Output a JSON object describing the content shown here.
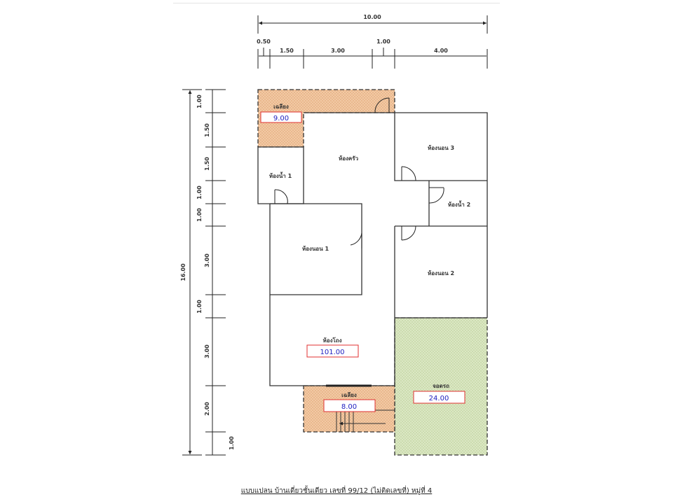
{
  "dimensions": {
    "overall_width": "10.00",
    "width_segments": [
      "0.50",
      "1.50",
      "3.00",
      "1.00",
      "4.00"
    ],
    "overall_depth": "16.00",
    "depth_segments": [
      "1.00",
      "1.50",
      "1.50",
      "1.00",
      "1.00",
      "3.00",
      "1.00",
      "3.00",
      "2.00",
      "1.00"
    ]
  },
  "rooms": {
    "rear_porch": {
      "label": "เฉลียง",
      "area": "9.00"
    },
    "kitchen": {
      "label": "ห้องครัว"
    },
    "bathroom_1": {
      "label": "ห้องน้ำ 1"
    },
    "bedroom_3": {
      "label": "ห้องนอน 3"
    },
    "bathroom_2": {
      "label": "ห้องน้ำ 2"
    },
    "bedroom_1": {
      "label": "ห้องนอน 1"
    },
    "bedroom_2": {
      "label": "ห้องนอน 2"
    },
    "hall": {
      "label": "ห้องโถง",
      "area": "101.00"
    },
    "front_porch": {
      "label": "เฉลียง",
      "area": "8.00"
    },
    "carport": {
      "label": "จอดรถ",
      "area": "24.00"
    }
  },
  "colors": {
    "porch": "#f0c6a0",
    "carport": "#d6e4bc",
    "area_box": "#e03030",
    "area_text": "#2020c0"
  },
  "caption": "แบบแปลน บ้านเดี่ยวชั้นเดียว  เลขที่ 99/12 (ไม่ติดเลขที่) หมู่ที่ 4"
}
